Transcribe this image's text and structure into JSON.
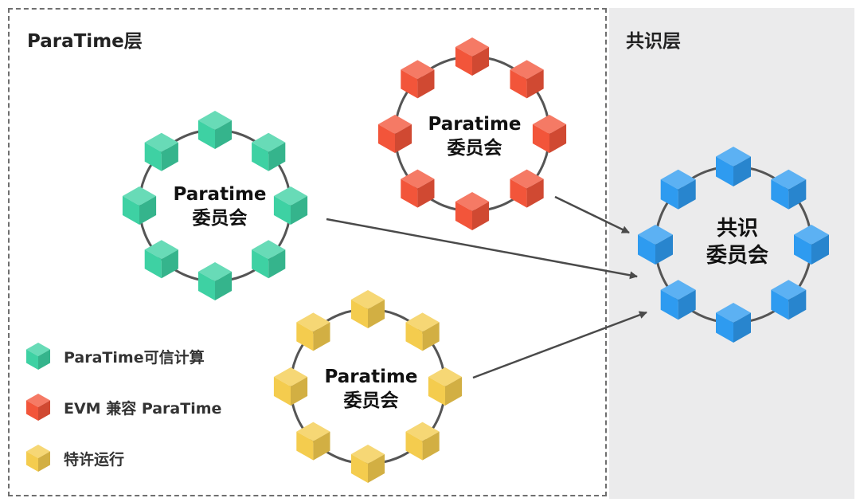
{
  "layers": {
    "paratime_title": "ParaTime层",
    "consensus_title": "共识层"
  },
  "clusters": {
    "green": {
      "line1": "Paratime",
      "line2": "委员会",
      "color": "#3ed1a3"
    },
    "red": {
      "line1": "Paratime",
      "line2": "委员会",
      "color": "#f2553a"
    },
    "yellow": {
      "line1": "Paratime",
      "line2": "委员会",
      "color": "#f4cc4e"
    },
    "blue": {
      "line1": "共识",
      "line2": "委员会",
      "color": "#2e9bf0"
    }
  },
  "legend": [
    {
      "label": "ParaTime可信计算",
      "color": "#3ed1a3",
      "icon": "cube-icon"
    },
    {
      "label": "EVM 兼容 ParaTime",
      "color": "#f2553a",
      "icon": "cube-icon"
    },
    {
      "label": "特许运行",
      "color": "#f4cc4e",
      "icon": "cube-icon"
    }
  ],
  "colors": {
    "ring": "#555555",
    "arrow": "#4a4a4a",
    "consensus_bg": "#ebebec"
  }
}
